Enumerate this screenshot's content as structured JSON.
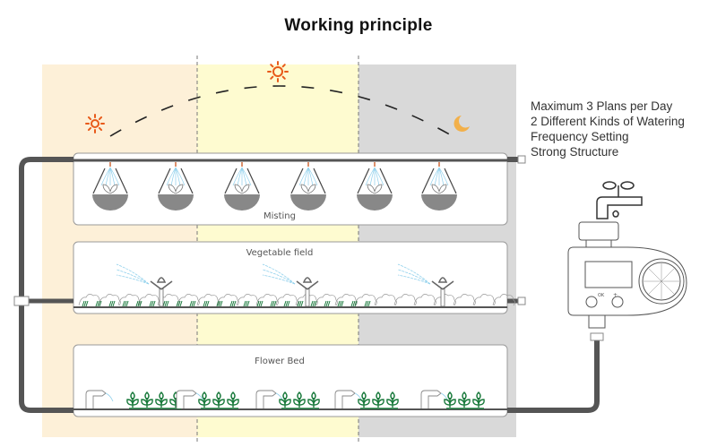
{
  "title": "Working principle",
  "features": [
    "Maximum 3 Plans per Day",
    "2 Different Kinds of Watering",
    "Frequency Setting",
    "Strong Structure"
  ],
  "time_zones": [
    {
      "name": "morning",
      "color": "#fdf0d8"
    },
    {
      "name": "noon",
      "color": "#fefbd0"
    },
    {
      "name": "night",
      "color": "#d9d9d9"
    }
  ],
  "sky_icons": [
    {
      "name": "morning-sun",
      "color": "#e85a1a"
    },
    {
      "name": "noon-sun",
      "color": "#e85a1a"
    },
    {
      "name": "moon",
      "color": "#f2b04a"
    }
  ],
  "zones": [
    {
      "label": "Misting",
      "emitter": "mist-nozzle",
      "count": 6
    },
    {
      "label": "Vegetable field",
      "emitter": "sprinkler",
      "count": 3
    },
    {
      "label": "Flower Bed",
      "emitter": "drip-stake",
      "count": 5
    }
  ],
  "timer": {
    "buttons": [
      "OK",
      "+"
    ]
  },
  "colors": {
    "pipe": "#555555",
    "plant": "#1a7a3c",
    "water": "#8fd0ec",
    "soil": "#888888"
  }
}
